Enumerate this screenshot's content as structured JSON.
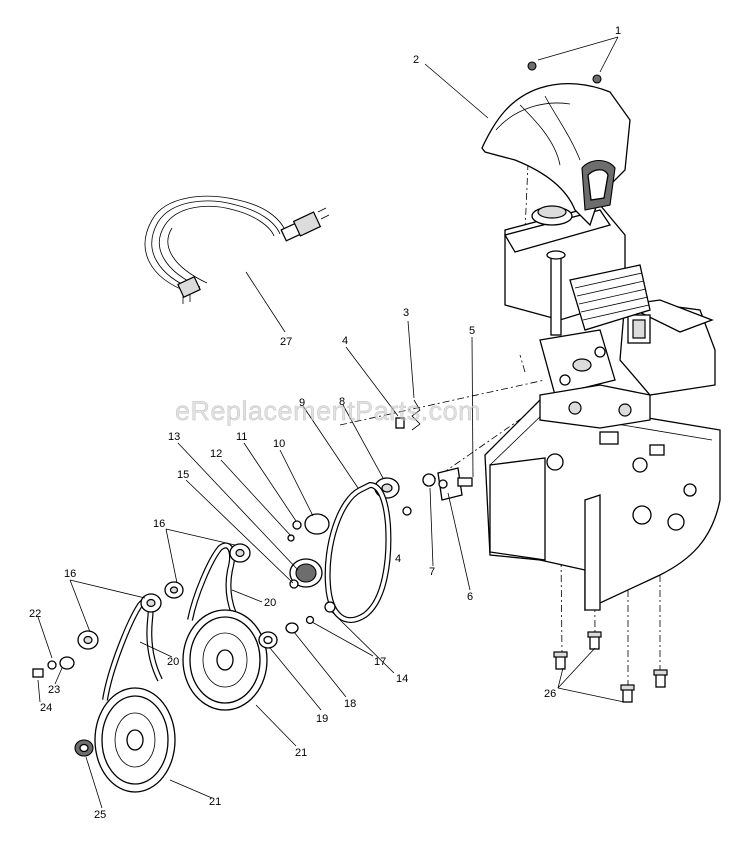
{
  "diagram": {
    "watermark": "eReplacementParts.com",
    "callouts": [
      {
        "id": "c1",
        "text": "1"
      },
      {
        "id": "c2",
        "text": "2"
      },
      {
        "id": "c3",
        "text": "3"
      },
      {
        "id": "c4a",
        "text": "4"
      },
      {
        "id": "c4b",
        "text": "4"
      },
      {
        "id": "c5",
        "text": "5"
      },
      {
        "id": "c6",
        "text": "6"
      },
      {
        "id": "c7",
        "text": "7"
      },
      {
        "id": "c8",
        "text": "8"
      },
      {
        "id": "c9",
        "text": "9"
      },
      {
        "id": "c10",
        "text": "10"
      },
      {
        "id": "c11",
        "text": "11"
      },
      {
        "id": "c12",
        "text": "12"
      },
      {
        "id": "c13",
        "text": "13"
      },
      {
        "id": "c14",
        "text": "14"
      },
      {
        "id": "c15",
        "text": "15"
      },
      {
        "id": "c16a",
        "text": "16"
      },
      {
        "id": "c16b",
        "text": "16"
      },
      {
        "id": "c17",
        "text": "17"
      },
      {
        "id": "c18",
        "text": "18"
      },
      {
        "id": "c19",
        "text": "19"
      },
      {
        "id": "c20a",
        "text": "20"
      },
      {
        "id": "c20b",
        "text": "20"
      },
      {
        "id": "c21a",
        "text": "21"
      },
      {
        "id": "c21b",
        "text": "21"
      },
      {
        "id": "c22",
        "text": "22"
      },
      {
        "id": "c23",
        "text": "23"
      },
      {
        "id": "c24",
        "text": "24"
      },
      {
        "id": "c25",
        "text": "25"
      },
      {
        "id": "c26",
        "text": "26"
      },
      {
        "id": "c27",
        "text": "27"
      }
    ]
  }
}
